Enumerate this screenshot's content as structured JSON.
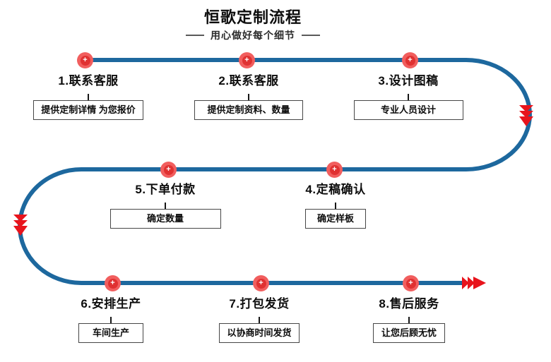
{
  "header": {
    "title": "恒歌定制流程",
    "subtitle": "用心做好每个细节"
  },
  "steps": [
    {
      "label": "1.联系客服",
      "detail": "提供定制详情 为您报价"
    },
    {
      "label": "2.联系客服",
      "detail": "提供定制资料、数量"
    },
    {
      "label": "3.设计图稿",
      "detail": "专业人员设计"
    },
    {
      "label": "4.定稿确认",
      "detail": "确定样板"
    },
    {
      "label": "5.下单付款",
      "detail": "确定数量"
    },
    {
      "label": "6.安排生产",
      "detail": "车间生产"
    },
    {
      "label": "7.打包发货",
      "detail": "以协商时间发货"
    },
    {
      "label": "8.售后服务",
      "detail": "让您后顾无忧"
    }
  ],
  "node": {
    "glyph": "+"
  },
  "colors": {
    "path_blue": "#1d689e",
    "arrow_red": "#e8141c",
    "node_outer": "#f15e5e",
    "node_inner": "#e03131",
    "box_border": "#464646"
  }
}
